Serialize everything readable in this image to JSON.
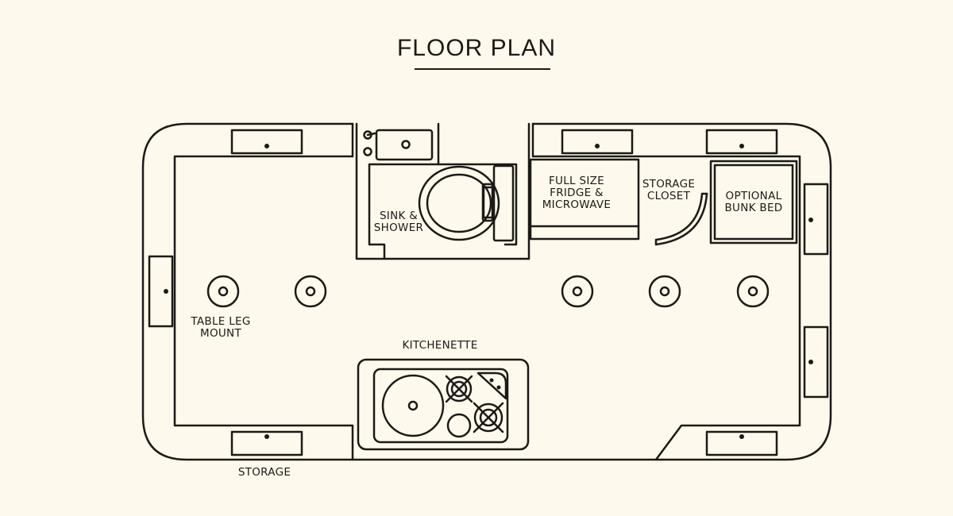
{
  "title": "FLOOR PLAN",
  "labels": {
    "bathroom": [
      "SINK &",
      "SHOWER"
    ],
    "fridge": [
      "FULL SIZE",
      "FRIDGE &",
      "MICROWAVE"
    ],
    "closet": [
      "STORAGE",
      "CLOSET"
    ],
    "bunk": [
      "OPTIONAL",
      "BUNK BED"
    ],
    "table_leg": [
      "TABLE LEG",
      "MOUNT"
    ],
    "kitchenette": "KITCHENETTE",
    "storage": "STORAGE"
  },
  "colors": {
    "background": "#fdf9ec",
    "line": "#1c1a17"
  }
}
